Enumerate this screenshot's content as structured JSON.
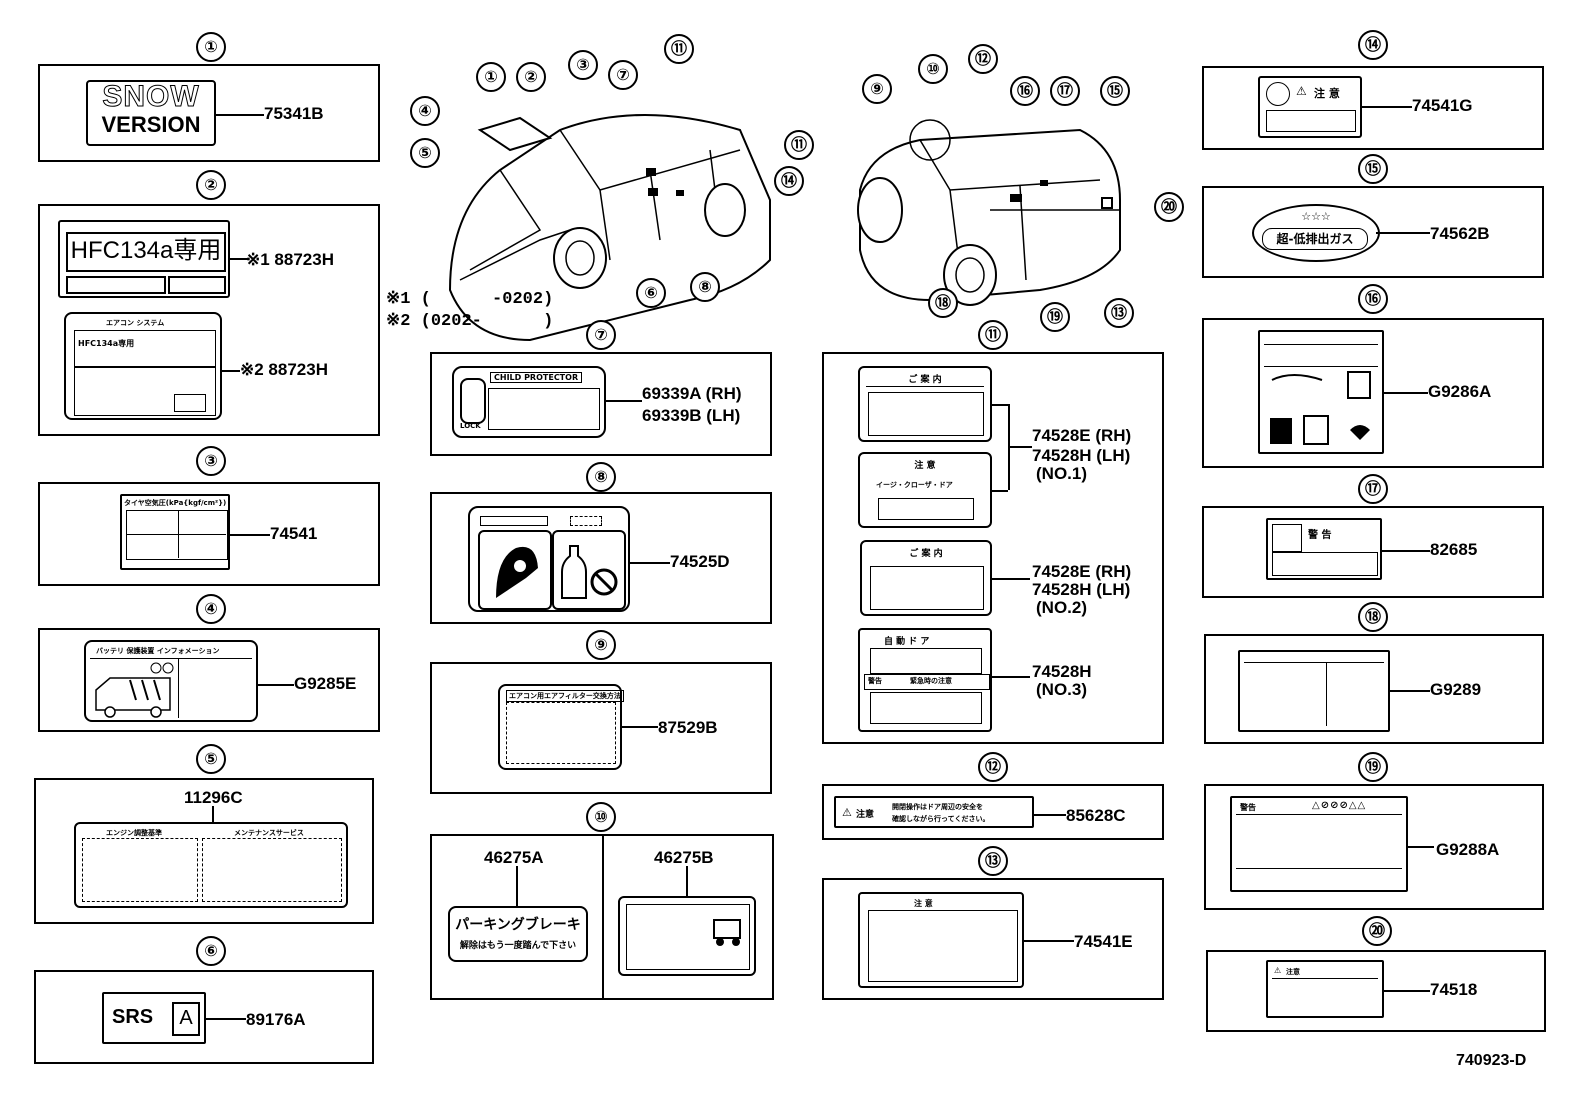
{
  "sections": {
    "s1": {
      "num": "①",
      "part": "75341B",
      "label_line1": "SNOW",
      "label_line2": "VERSION"
    },
    "s2": {
      "num": "②",
      "label_a": "HFC134a専用",
      "part_a": "※1 88723H",
      "label_b_title": "エアコン システム",
      "label_b_row": "HFC134a専用",
      "part_b": "※2 88723H"
    },
    "s3": {
      "num": "③",
      "part": "74541",
      "label_title": "タイヤ空気圧(kPa{kgf/cm²})"
    },
    "s4": {
      "num": "④",
      "part": "G9285E",
      "label_title": "バッテリ 保護装置 インフォメーション"
    },
    "s5": {
      "num": "⑤",
      "part": "11296C",
      "col1": "エンジン調整基準",
      "col2": "メンテナンスサービス"
    },
    "s6": {
      "num": "⑥",
      "part": "89176A",
      "label_text": "SRS",
      "label_letter": "A"
    },
    "s7": {
      "num": "⑦",
      "part_rh": "69339A (RH)",
      "part_lh": "69339B (LH)",
      "label_title": "CHILD PROTECTOR",
      "label_lock": "LOCK"
    },
    "s8": {
      "num": "⑧",
      "part": "74525D"
    },
    "s9": {
      "num": "⑨",
      "part": "87529B",
      "label_title": "エアコン用エアフィルター交換方法"
    },
    "s10": {
      "num": "⑩",
      "part_a": "46275A",
      "part_b": "46275B",
      "label_a_line1": "パーキングブレーキ",
      "label_a_line2": "解除はもう一度踏んで下さい"
    },
    "s11": {
      "num": "⑪",
      "guide": "ご 案 内",
      "caution": "注 意",
      "closer": "イージ・クローザ・ドア",
      "auto_door": "自 動 ド ア",
      "warn": "警告",
      "emergency": "緊急時の注意",
      "part1_rh": "74528E (RH)",
      "part1_lh": "74528H (LH)",
      "part1_no": "(NO.1)",
      "part2_rh": "74528E (RH)",
      "part2_lh": "74528H (LH)",
      "part2_no": "(NO.2)",
      "part3": "74528H",
      "part3_no": "(NO.3)"
    },
    "s12": {
      "num": "⑫",
      "part": "85628C",
      "caution": "注意",
      "line1": "開閉操作はドア周辺の安全を",
      "line2": "確認しながら行ってください。"
    },
    "s13": {
      "num": "⑬",
      "part": "74541E",
      "caution": "注 意"
    },
    "s14": {
      "num": "⑭",
      "part": "74541G",
      "caution": "注 意"
    },
    "s15": {
      "num": "⑮",
      "part": "74562B",
      "label_text": "超-低排出ガス",
      "stars": "☆☆☆"
    },
    "s16": {
      "num": "⑯",
      "part": "G9286A"
    },
    "s17": {
      "num": "⑰",
      "part": "82685",
      "caution": "警 告"
    },
    "s18": {
      "num": "⑱",
      "part": "G9289"
    },
    "s19": {
      "num": "⑲",
      "part": "G9288A",
      "caution": "警告"
    },
    "s20": {
      "num": "⑳",
      "part": "74518",
      "caution": "注意"
    }
  },
  "notes": {
    "n1": "※1 (      -0202)",
    "n2": "※2 (0202-      )"
  },
  "car_callouts": {
    "front": [
      "①",
      "②",
      "③",
      "⑦",
      "⑪",
      "④",
      "⑤",
      "⑪",
      "⑭",
      "⑥",
      "⑧"
    ],
    "rear": [
      "⑨",
      "⑩",
      "⑫",
      "⑯",
      "⑰",
      "⑮",
      "⑳",
      "⑱",
      "⑲",
      "⑬"
    ]
  },
  "figure_id": "740923-D"
}
